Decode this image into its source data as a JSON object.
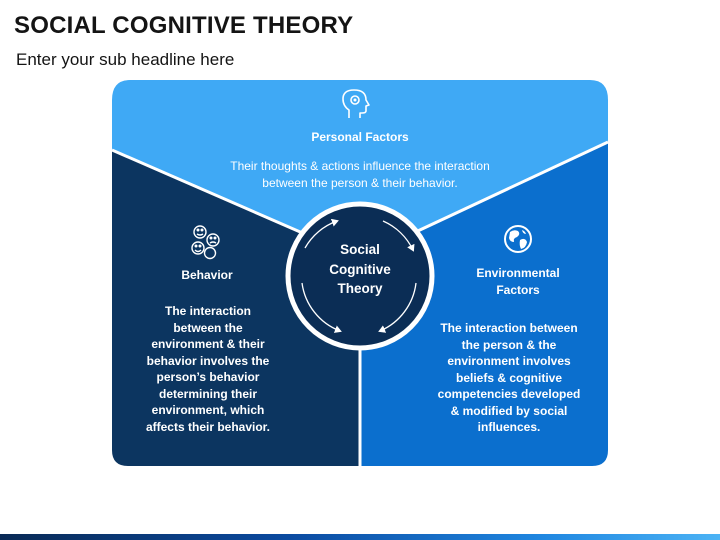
{
  "header": {
    "title": "SOCIAL COGNITIVE THEORY",
    "subtitle": "Enter your sub headline here"
  },
  "center": {
    "label": "Social\nCognitive\nTheory"
  },
  "sections": {
    "personal": {
      "icon": "head-gears-icon",
      "title": "Personal Factors",
      "text": "Their thoughts & actions influence the interaction between the person & their behavior.",
      "color": "#3fa9f5"
    },
    "behavior": {
      "icon": "emoji-faces-icon",
      "title": "Behavior",
      "text": "The interaction between the environment & their behavior involves the person’s behavior determining their environment, which affects their behavior.",
      "color": "#0c3560"
    },
    "environmental": {
      "icon": "globe-icon",
      "title": "Environmental Factors",
      "text": "The interaction between the person & the environment involves beliefs & cognitive competencies developed & modified by social influences.",
      "color": "#0b6fce"
    }
  },
  "colors": {
    "center_fill": "#0b2d55",
    "footer_start": "#0a2a55",
    "footer_end": "#4cb3f5"
  }
}
